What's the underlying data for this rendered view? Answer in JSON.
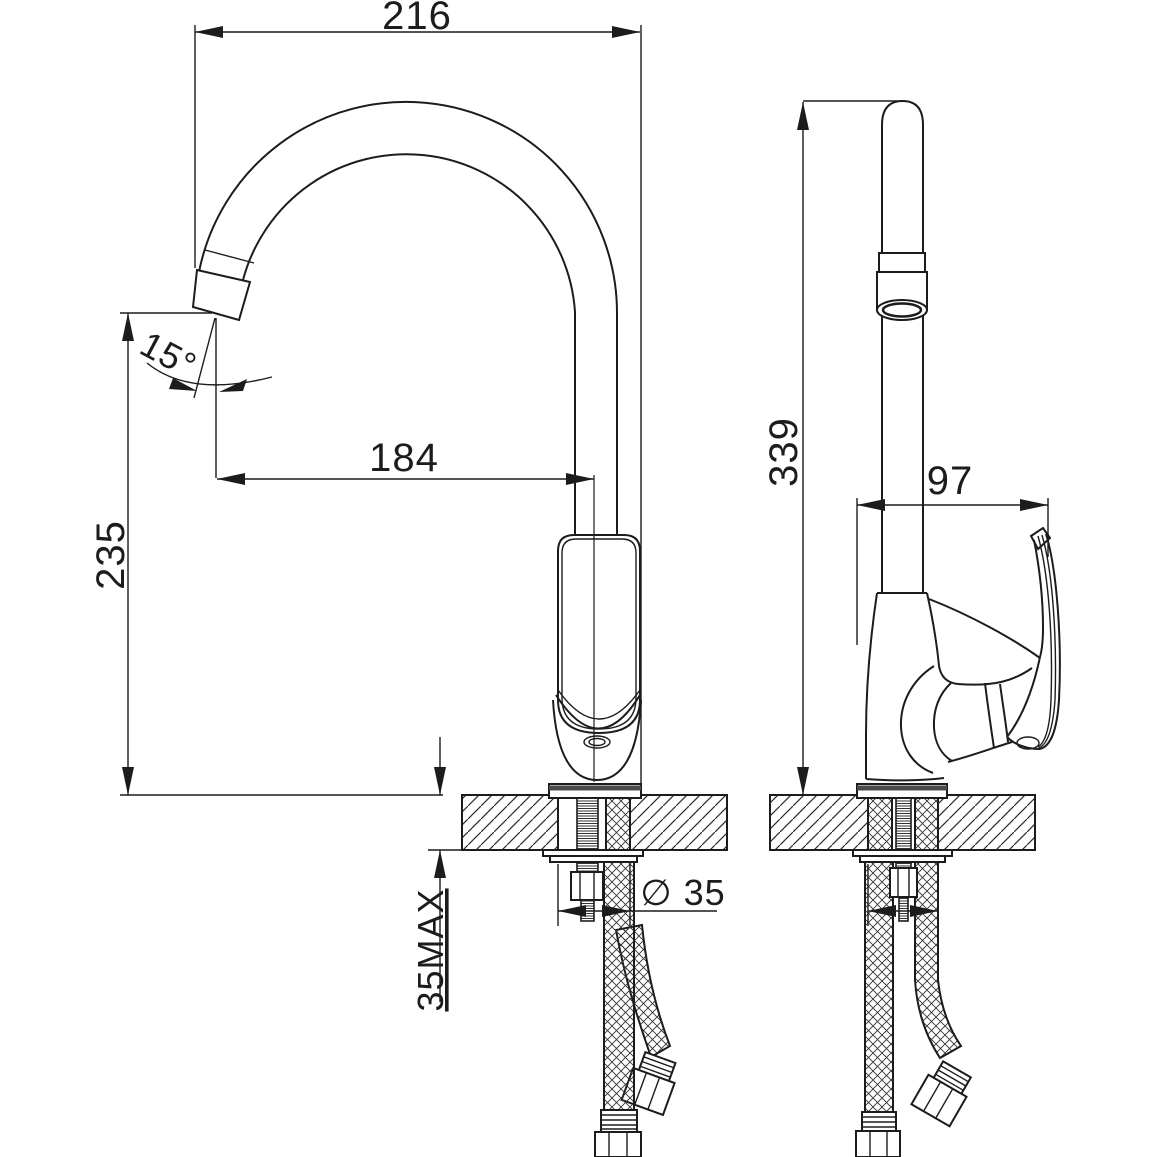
{
  "drawing": {
    "type": "technical-dimension-drawing",
    "subject": "kitchen mixer faucet, front and side views with installation cross-section",
    "labels": {
      "dim_216": "216",
      "dim_184": "184",
      "angle_15": "15°",
      "dim_235": "235",
      "dim_339": "339",
      "dim_97": "97",
      "dia_35": "∅ 35",
      "max_35": "35MAX"
    },
    "colors": {
      "line": "#1c1c1c",
      "background": "#ffffff",
      "plate_edge": "#4a4a4a"
    }
  }
}
